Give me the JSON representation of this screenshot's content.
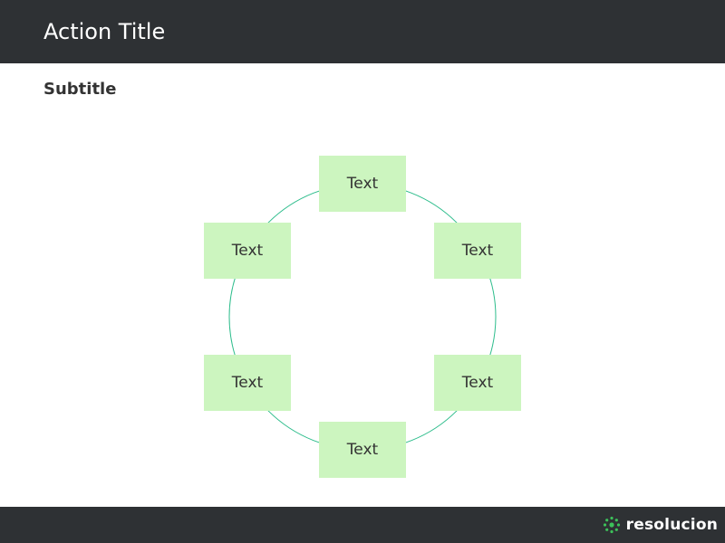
{
  "header": {
    "title": "Action Title"
  },
  "subtitle": "Subtitle",
  "diagram": {
    "nodes": [
      "Text",
      "Text",
      "Text",
      "Text",
      "Text",
      "Text"
    ],
    "node_fill": "#ccf5bf",
    "ring_color": "#2ebd8c"
  },
  "footer": {
    "brand": "resolucion",
    "brand_icon": "resolucion-logo-icon",
    "brand_accent": "#3cc15a"
  },
  "colors": {
    "bar": "#2e3134",
    "background": "#ffffff"
  }
}
